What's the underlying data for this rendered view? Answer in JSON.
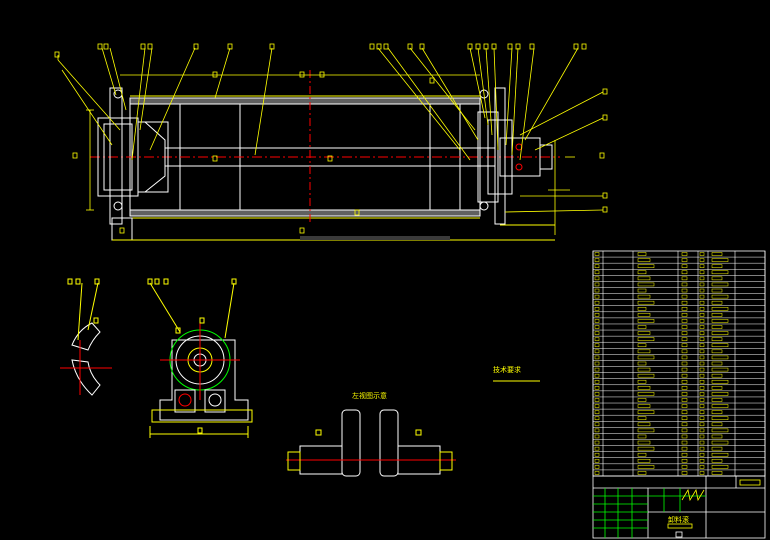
{
  "drawing": {
    "background": "#000000",
    "colors": {
      "outline": "#ffffff",
      "annotation": "#ffff00",
      "centerline": "#ff0000",
      "weld": "#00ff00",
      "fill_gray": "#808080"
    },
    "notes": {
      "technical_requirements": "技术要求",
      "side_view_label": "左视图示意",
      "title_block_name": "卸料滚"
    },
    "parts_table": {
      "row_count": 37,
      "columns": 6
    },
    "title_block": {
      "grid_color": "#00ff00"
    }
  }
}
